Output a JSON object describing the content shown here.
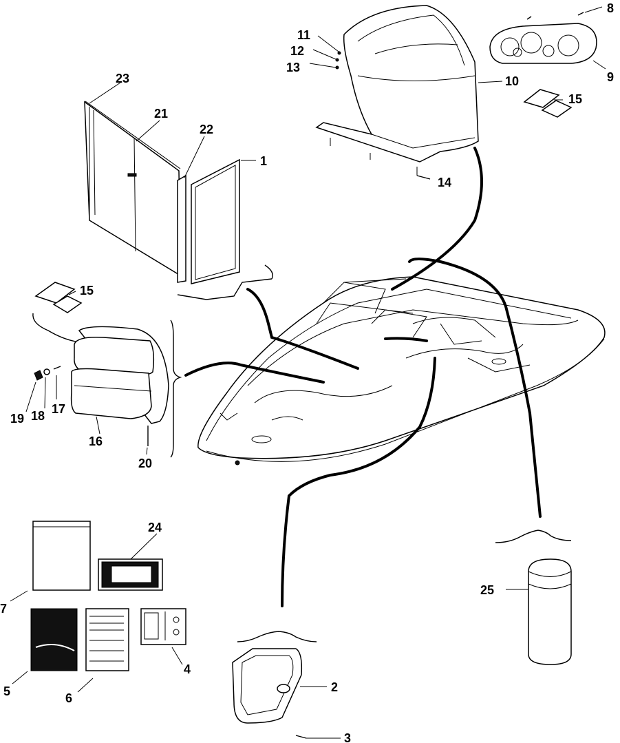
{
  "diagram": {
    "callouts": [
      {
        "id": "c1",
        "label": "1"
      },
      {
        "id": "c2",
        "label": "2"
      },
      {
        "id": "c3",
        "label": "3"
      },
      {
        "id": "c4",
        "label": "4"
      },
      {
        "id": "c5",
        "label": "5"
      },
      {
        "id": "c6",
        "label": "6"
      },
      {
        "id": "c7",
        "label": "7"
      },
      {
        "id": "c8",
        "label": "8"
      },
      {
        "id": "c9",
        "label": "9"
      },
      {
        "id": "c10",
        "label": "10"
      },
      {
        "id": "c11",
        "label": "11"
      },
      {
        "id": "c12",
        "label": "12"
      },
      {
        "id": "c13",
        "label": "13"
      },
      {
        "id": "c14",
        "label": "14"
      },
      {
        "id": "c15a",
        "label": "15"
      },
      {
        "id": "c15b",
        "label": "15"
      },
      {
        "id": "c16",
        "label": "16"
      },
      {
        "id": "c17",
        "label": "17"
      },
      {
        "id": "c18",
        "label": "18"
      },
      {
        "id": "c19",
        "label": "19"
      },
      {
        "id": "c20",
        "label": "20"
      },
      {
        "id": "c21",
        "label": "21"
      },
      {
        "id": "c22",
        "label": "22"
      },
      {
        "id": "c23",
        "label": "23"
      },
      {
        "id": "c24",
        "label": "24"
      },
      {
        "id": "c25",
        "label": "25"
      }
    ]
  }
}
